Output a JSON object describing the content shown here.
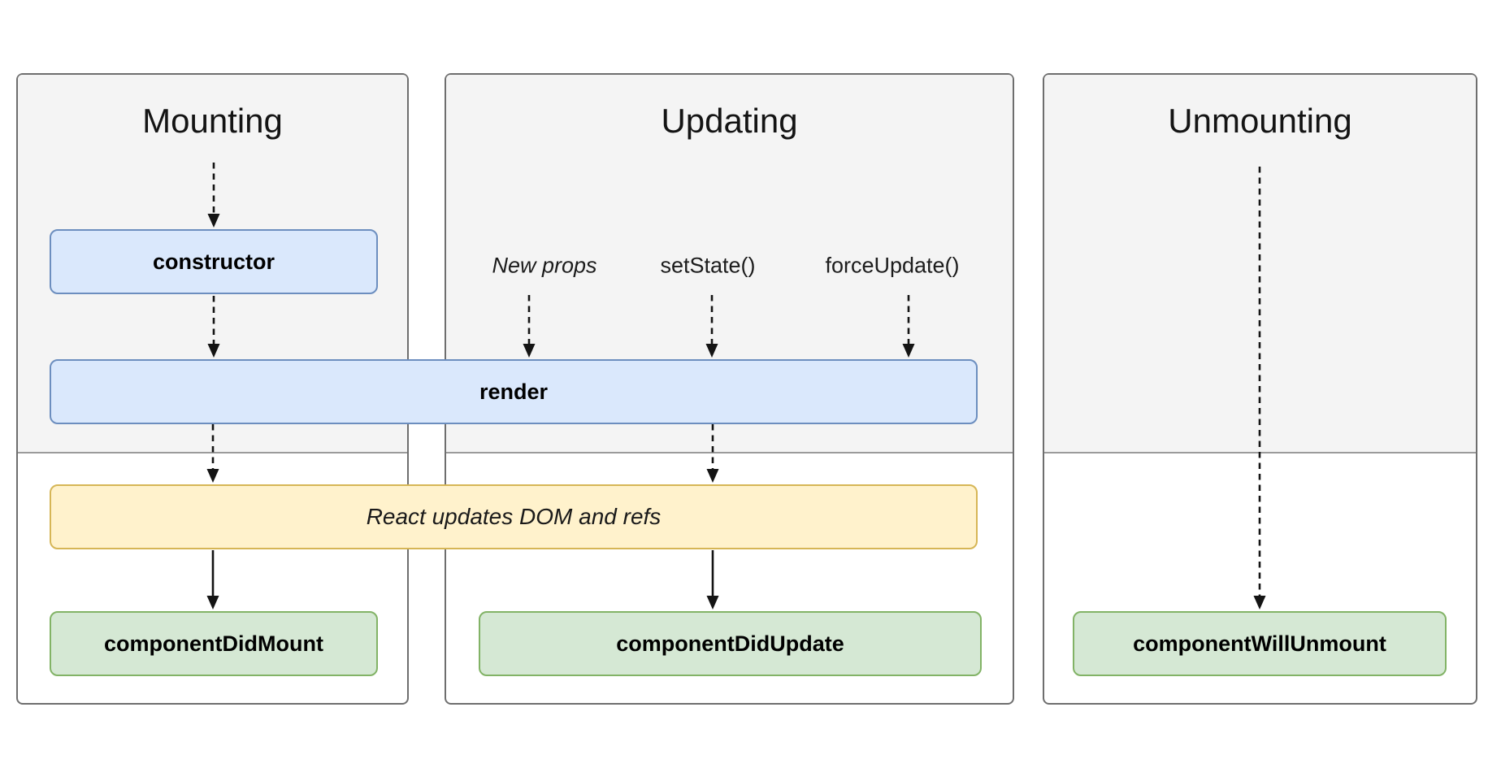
{
  "panels": [
    {
      "id": "mounting",
      "title": "Mounting"
    },
    {
      "id": "updating",
      "title": "Updating"
    },
    {
      "id": "unmounting",
      "title": "Unmounting"
    }
  ],
  "triggers": [
    {
      "label": "New props"
    },
    {
      "label": "setState()"
    },
    {
      "label": "forceUpdate()"
    }
  ],
  "boxes": {
    "constructor": {
      "label": "constructor"
    },
    "render": {
      "label": "render"
    },
    "react_updates": {
      "label": "React updates DOM and refs"
    },
    "component_did_mount": {
      "label": "componentDidMount"
    },
    "component_did_update": {
      "label": "componentDidUpdate"
    },
    "component_will_unmount": {
      "label": "componentWillUnmount"
    }
  },
  "colors": {
    "method_box_fill": "#dae8fc",
    "method_box_border": "#6c8ebf",
    "side_effect_fill": "#fff2cc",
    "side_effect_border": "#d6b656",
    "commit_box_fill": "#d5e8d4",
    "commit_box_border": "#82b366",
    "panel_header_fill": "#f4f4f4",
    "panel_border": "#6e6e6e",
    "arrow": "#141414"
  }
}
